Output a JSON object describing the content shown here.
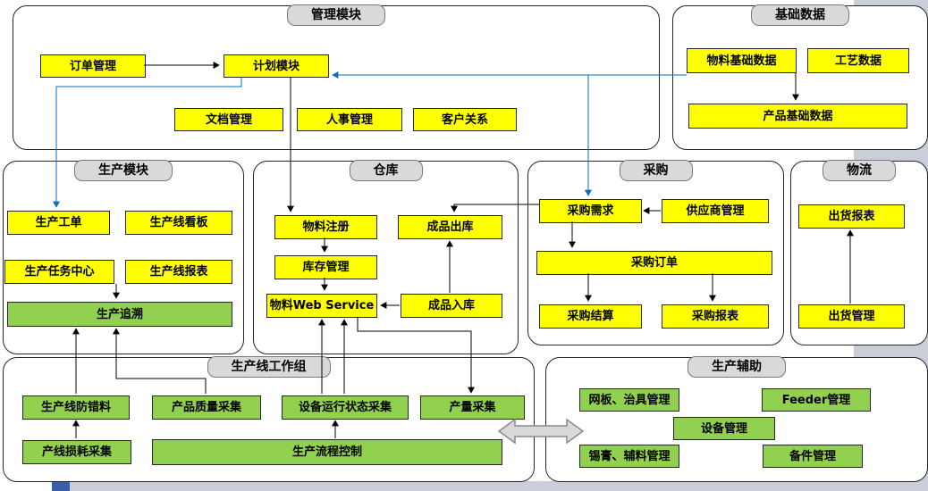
{
  "colors": {
    "node_yellow": "#FFFF00",
    "node_green": "#92D050",
    "header_gray": "#D9D9D9",
    "line_black": "#000000",
    "line_blue": "#0070C0",
    "band_gray": "#C9CED8",
    "taskbar_blue": "#3A5FA8"
  },
  "groups": {
    "management": {
      "title": "管理模块",
      "items": {
        "order": "订单管理",
        "plan": "计划模块",
        "doc": "文档管理",
        "hr": "人事管理",
        "crm": "客户关系"
      }
    },
    "basic_data": {
      "title": "基础数据",
      "items": {
        "material_base": "物料基础数据",
        "process": "工艺数据",
        "product_base": "产品基础数据"
      }
    },
    "production": {
      "title": "生产模块",
      "items": {
        "work_order": "生产工单",
        "kanban": "生产线看板",
        "task_center": "生产任务中心",
        "line_report": "生产线报表",
        "trace": "生产追溯"
      }
    },
    "warehouse": {
      "title": "仓库",
      "items": {
        "material_reg": "物料注册",
        "out": "成品出库",
        "inventory": "库存管理",
        "ws": "物料Web Service",
        "in": "成品入库"
      }
    },
    "purchase": {
      "title": "采购",
      "items": {
        "demand": "采购需求",
        "supplier": "供应商管理",
        "order": "采购订单",
        "settle": "采购结算",
        "report": "采购报表"
      }
    },
    "logistics": {
      "title": "物流",
      "items": {
        "ship_report": "出货报表",
        "ship_mgmt": "出货管理"
      }
    },
    "line_group": {
      "title": "生产线工作组",
      "items": {
        "err_proof": "生产线防错料",
        "quality": "产品质量采集",
        "equip_status": "设备运行状态采集",
        "output": "产量采集",
        "loss": "产线损耗采集",
        "process_ctrl": "生产流程控制"
      }
    },
    "aux": {
      "title": "生产辅助",
      "items": {
        "stencil": "网板、治具管理",
        "feeder": "Feeder管理",
        "equipment": "设备管理",
        "solder": "锡膏、辅料管理",
        "spare": "备件管理"
      }
    }
  },
  "edges": [
    {
      "from": "订单管理",
      "to": "计划模块"
    },
    {
      "from": "物料基础数据",
      "to": "产品基础数据"
    },
    {
      "from": "产品基础数据",
      "to": "计划模块"
    },
    {
      "from": "计划模块",
      "to": "生产工单"
    },
    {
      "from": "计划模块",
      "to": "物料注册"
    },
    {
      "from": "计划模块",
      "to": "采购需求"
    },
    {
      "from": "供应商管理",
      "to": "采购需求"
    },
    {
      "from": "采购需求",
      "to": "采购订单"
    },
    {
      "from": "采购订单",
      "to": "采购结算"
    },
    {
      "from": "采购订单",
      "to": "采购报表"
    },
    {
      "from": "采购需求",
      "to": "成品出库"
    },
    {
      "from": "成品入库",
      "to": "成品出库"
    },
    {
      "from": "成品入库",
      "to": "物料Web Service"
    },
    {
      "from": "物料注册",
      "to": "库存管理"
    },
    {
      "from": "库存管理",
      "to": "物料Web Service"
    },
    {
      "from": "出货管理",
      "to": "出货报表"
    },
    {
      "from": "生产线报表",
      "to": "生产追溯"
    },
    {
      "from": "生产线防错料",
      "to": "生产追溯"
    },
    {
      "from": "产线损耗采集",
      "to": "生产线防错料"
    },
    {
      "from": "产品质量采集",
      "to": "生产追溯"
    },
    {
      "from": "设备运行状态采集",
      "to": "物料Web Service"
    },
    {
      "from": "生产流程控制",
      "to": "设备运行状态采集"
    },
    {
      "from": "物料Web Service",
      "to": "产量采集"
    },
    {
      "from": "生产线工作组",
      "to": "生产辅助",
      "bidirectional": true
    }
  ]
}
